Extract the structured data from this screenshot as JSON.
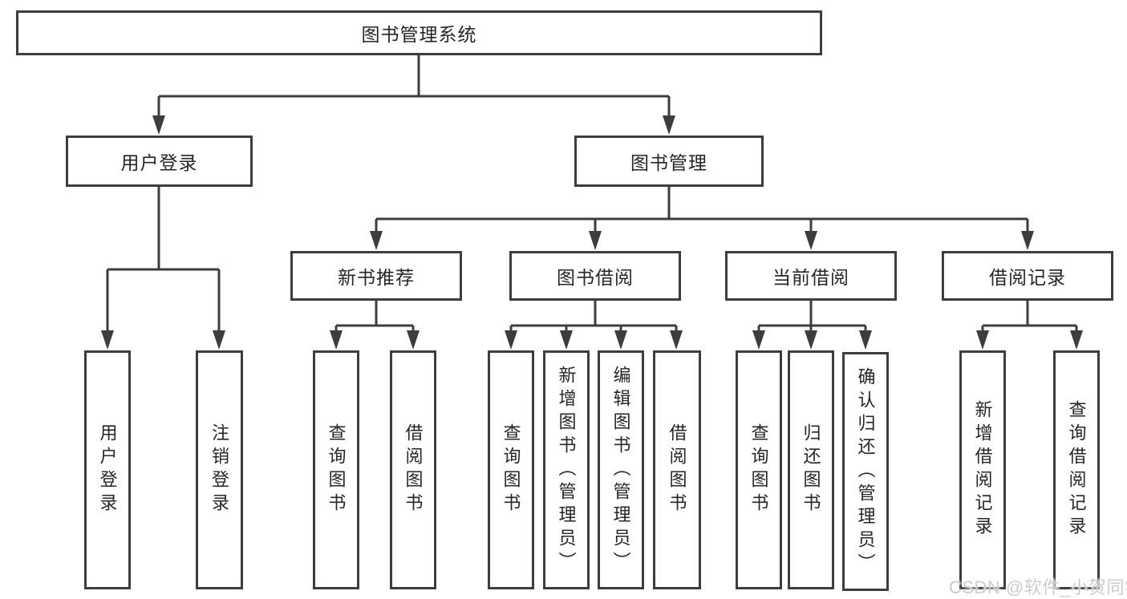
{
  "tree": {
    "label": "图书管理系统",
    "children": [
      {
        "label": "用户登录",
        "children": [
          {
            "label": "用户登录"
          },
          {
            "label": "注销登录"
          }
        ]
      },
      {
        "label": "图书管理",
        "children": [
          {
            "label": "新书推荐",
            "children": [
              {
                "label": "查询图书"
              },
              {
                "label": "借阅图书"
              }
            ]
          },
          {
            "label": "图书借阅",
            "children": [
              {
                "label": "查询图书"
              },
              {
                "label": "新增图书（管理员）"
              },
              {
                "label": "编辑图书（管理员）"
              },
              {
                "label": "借阅图书"
              }
            ]
          },
          {
            "label": "当前借阅",
            "children": [
              {
                "label": "查询图书"
              },
              {
                "label": "归还图书"
              },
              {
                "label": "确认归还（管理员）"
              }
            ]
          },
          {
            "label": "借阅记录",
            "children": [
              {
                "label": "新增借阅记录"
              },
              {
                "label": "查询借阅记录"
              }
            ]
          }
        ]
      }
    ]
  },
  "watermark": {
    "text": "CSDN @软件_小贺同学"
  },
  "colors": {
    "line": "#3d3d3d",
    "text": "#262626",
    "watermark": "#c9c9c9",
    "background": "#ffffff"
  }
}
